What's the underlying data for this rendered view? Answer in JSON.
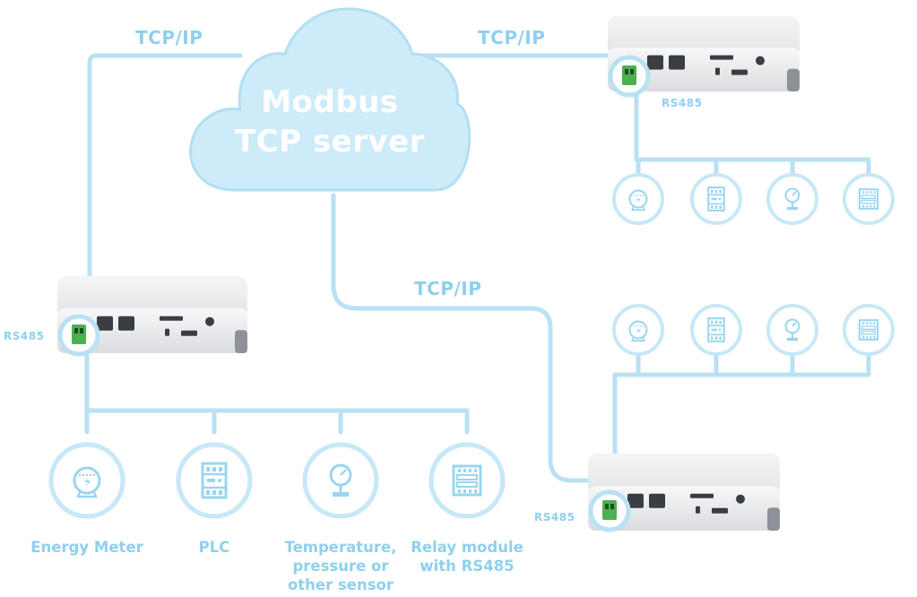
{
  "cloud": {
    "line1": "Modbus",
    "line2": "TCP server"
  },
  "links": {
    "tcp_left": "TCP/IP",
    "tcp_right": "TCP/IP",
    "tcp_middle": "TCP/IP"
  },
  "gateways": {
    "left": {
      "port_label": "RS485"
    },
    "top_right": {
      "port_label": "RS485"
    },
    "bottom_right": {
      "port_label": "RS485"
    }
  },
  "devices": {
    "energy_meter": "Energy Meter",
    "plc": "PLC",
    "sensor_line1": "Temperature,",
    "sensor_line2": "pressure or",
    "sensor_line3": "other sensor",
    "relay_line1": "Relay module",
    "relay_line2": "with RS485"
  },
  "colors": {
    "line": "#b9e1f3",
    "accent": "#8fd0ee",
    "cloud_fill": "#cdebf8",
    "icon": "#9ad5f0"
  }
}
